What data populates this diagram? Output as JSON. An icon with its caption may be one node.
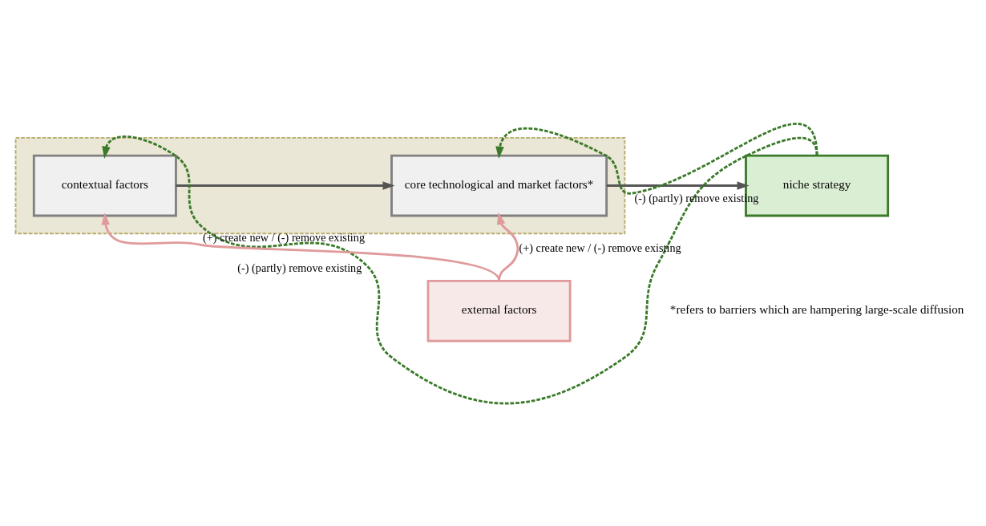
{
  "diagram": {
    "nodes": [
      {
        "text": [],
        "shape": "box"
      },
      {
        "text": [
          "contextual factors"
        ],
        "in": 0
      },
      {
        "text": [
          "core technological and market factors*"
        ],
        "in": 0
      },
      {
        "text": [
          "niche strategy"
        ]
      },
      {
        "text": [
          "external factors"
        ]
      }
    ],
    "edges": [
      {
        "from": 1,
        "to": 2,
        "arrow": "to"
      },
      {
        "from": 2,
        "to": 3,
        "arrow": "to"
      },
      {
        "from": 3,
        "to": 1,
        "arrow": "to",
        "label": "(-) (partly) remove existing",
        "style": "dashed",
        "color": "#3b7a2a"
      },
      {
        "from": 3,
        "to": 2,
        "arrow": "to",
        "label": "(-) (partly) remove existing",
        "style": "dashed",
        "color": "#3b7a2a"
      },
      {
        "from": 4,
        "to": 1,
        "arrow": "to",
        "label": "(+) create new / (-) remove existing",
        "color": "#e09a9c"
      },
      {
        "from": 4,
        "to": 2,
        "arrow": "to",
        "label": "(+) create new / (-) remove existing",
        "color": "#e09a9c"
      }
    ],
    "labels": [
      "*refers to barriers which are hampering large-scale diffusion"
    ]
  }
}
